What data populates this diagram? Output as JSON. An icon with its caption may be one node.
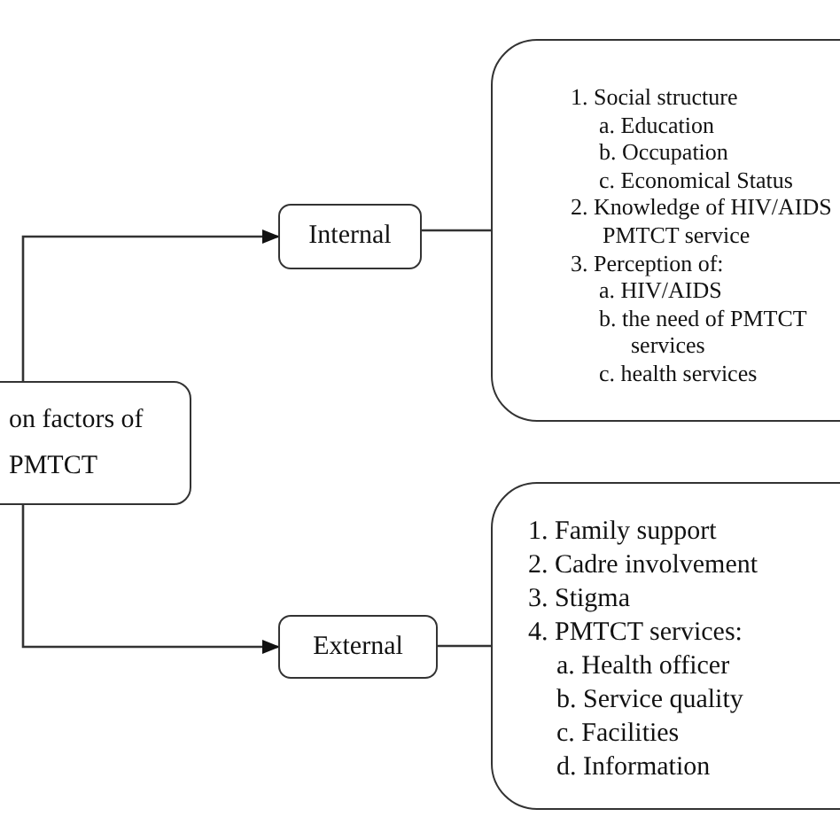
{
  "diagram": {
    "nodes": [
      {
        "text": [
          "on factors of PMTCT"
        ]
      },
      {
        "text": [
          "Internal"
        ]
      },
      {
        "text": [
          "1. Social structure",
          "a. Education",
          "b. Occupation",
          "c. Economical Status",
          "2. Knowledge of HIV/AIDS PMTCT service",
          "3. Perception of:",
          "a. HIV/AIDS",
          "b. the need of PMTCT services",
          "c. health services"
        ]
      },
      {
        "text": [
          "External"
        ]
      },
      {
        "text": [
          "1. Family support",
          "2. Cadre involvement",
          "3. Stigma",
          "4. PMTCT services:",
          "a. Health officer",
          "b. Service quality",
          "c. Facilities",
          "d. Information"
        ]
      }
    ],
    "edges": [
      {
        "from": 0,
        "to": 1,
        "arrow": "to"
      },
      {
        "from": 1,
        "to": 2,
        "arrow": "none"
      },
      {
        "from": 0,
        "to": 3,
        "arrow": "to"
      },
      {
        "from": 3,
        "to": 4,
        "arrow": "none"
      }
    ]
  }
}
